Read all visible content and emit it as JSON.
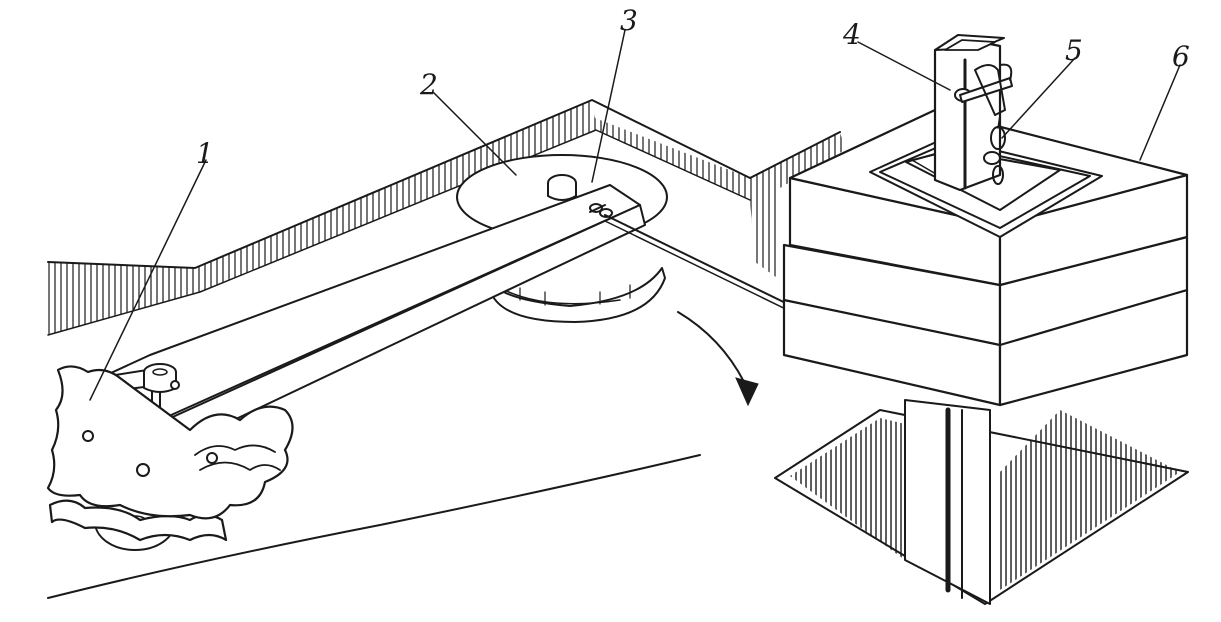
{
  "callouts": [
    {
      "id": "1",
      "text": "1"
    },
    {
      "id": "2",
      "text": "2"
    },
    {
      "id": "3",
      "text": "3"
    },
    {
      "id": "4",
      "text": "4"
    },
    {
      "id": "5",
      "text": "5"
    },
    {
      "id": "6",
      "text": "6"
    }
  ],
  "colors": {
    "ink": "#1a1a1a",
    "paper": "#ffffff"
  }
}
